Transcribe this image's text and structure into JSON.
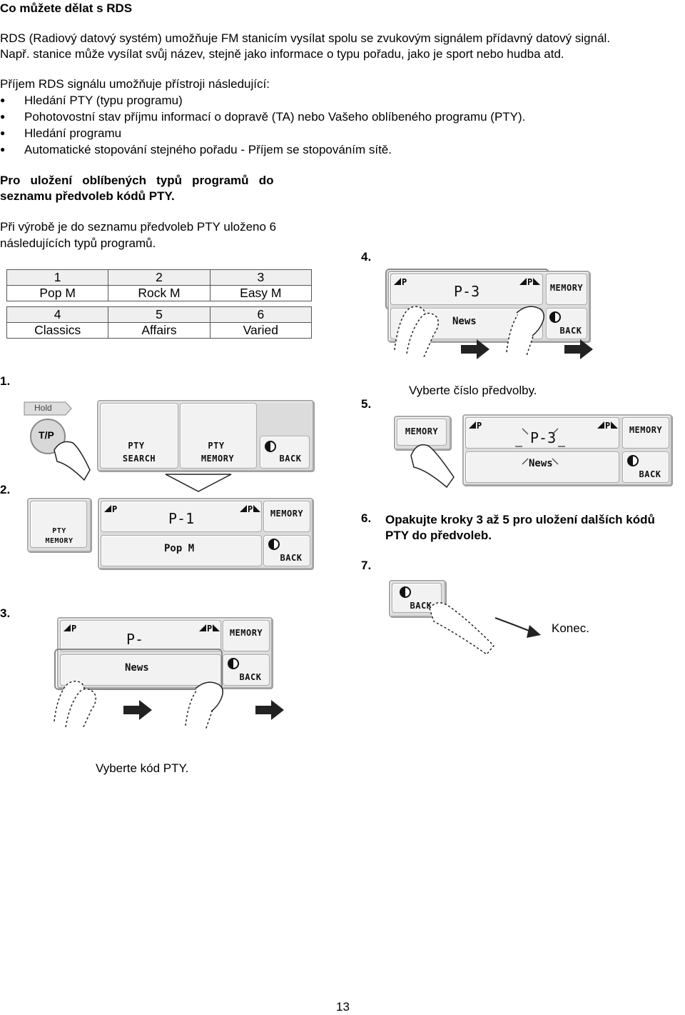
{
  "title": "Co můžete dělat s RDS",
  "intro": {
    "p1_line1": "RDS (Radiový datový systém) umožňuje FM stanicím vysílat spolu se zvukovým signálem přídavný datový signál.",
    "p1_line2": "Např. stanice může vysílat svůj název, stejně jako informace o typu pořadu, jako je sport nebo hudba atd.",
    "p2": "Příjem RDS signálu umožňuje přístroji následující:",
    "bullets": [
      "Hledání PTY (typu programu)",
      "Pohotovostní stav příjmu informací o dopravě (TA) nebo Vašeho oblíbeného programu (PTY).",
      "Hledání programu",
      "Automatické stopování stejného pořadu - Příjem se stopováním sítě."
    ],
    "bold_line1": "Pro   uložení   oblíbených   typů   programů   do",
    "bold_line2": "seznamu předvoleb kódů PTY.",
    "p3_line1": "Při výrobě je do seznamu předvoleb PTY uloženo 6",
    "p3_line2": "následujících typů programů."
  },
  "preset_table": [
    {
      "num": "1",
      "name": "Pop M"
    },
    {
      "num": "2",
      "name": "Rock M"
    },
    {
      "num": "3",
      "name": "Easy M"
    },
    {
      "num": "4",
      "name": "Classics"
    },
    {
      "num": "5",
      "name": "Affairs"
    },
    {
      "num": "6",
      "name": "Varied"
    }
  ],
  "steps": {
    "s1": "1.",
    "s2": "2.",
    "s3": "3.",
    "s4": "4.",
    "s5": "5.",
    "s5_text": "Vyberte číslo předvolby.",
    "s6": "6.",
    "s6_text_line1": "Opakujte kroky 3 až 5 pro uložení dalších kódů",
    "s6_text_line2": "PTY do předvoleb.",
    "s7": "7.",
    "s7_text": "Konec.",
    "s3_caption": "Vyberte kód PTY."
  },
  "lcd": {
    "hold": "Hold",
    "tp": "T/P",
    "pty": "PTY",
    "search": "SEARCH",
    "memory": "MEMORY",
    "back": "BACK",
    "p": "P",
    "p1": "P-1",
    "p3": "P-3",
    "pdash": "P-",
    "popm": "Pop M",
    "news": "News"
  },
  "page_number": "13"
}
